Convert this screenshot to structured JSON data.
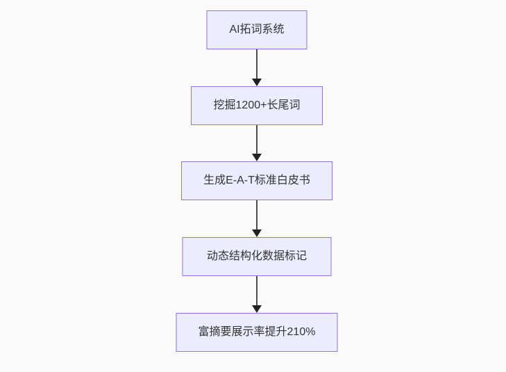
{
  "diagram": {
    "type": "flowchart",
    "direction": "top-down",
    "colors": {
      "background": "#fafafa",
      "node_fill": "#ECECFF",
      "node_border": "#9370DB",
      "node_text": "#333333",
      "arrow_line": "#4d4d4d",
      "arrow_head": "#222222"
    },
    "nodes": [
      {
        "id": "n1",
        "label": "AI拓词系统"
      },
      {
        "id": "n2",
        "label": "挖掘1200+长尾词"
      },
      {
        "id": "n3",
        "label": "生成E-A-T标准白皮书"
      },
      {
        "id": "n4",
        "label": "动态结构化数据标记"
      },
      {
        "id": "n5",
        "label": "富摘要展示率提升210%"
      }
    ],
    "edges": [
      {
        "from": "n1",
        "to": "n2"
      },
      {
        "from": "n2",
        "to": "n3"
      },
      {
        "from": "n3",
        "to": "n4"
      },
      {
        "from": "n4",
        "to": "n5"
      }
    ]
  }
}
